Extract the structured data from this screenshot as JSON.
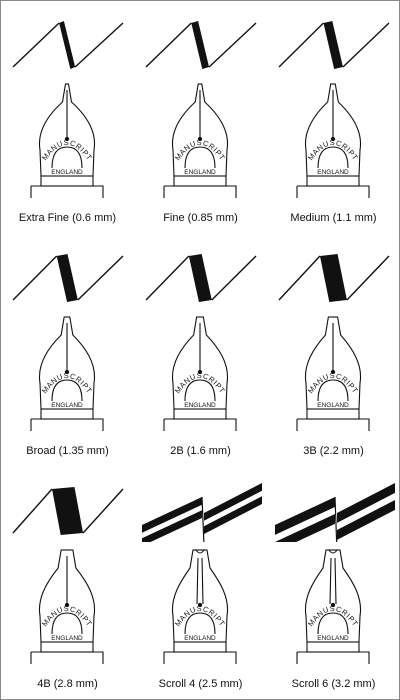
{
  "nib_brand": "MANUSCRIPT",
  "nib_country": "ENGLAND",
  "ink_color": "#111111",
  "nibs": [
    {
      "label": "Extra Fine (0.6 mm)",
      "width_mm": 0.6,
      "type": "italic"
    },
    {
      "label": "Fine (0.85 mm)",
      "width_mm": 0.85,
      "type": "italic"
    },
    {
      "label": "Medium (1.1 mm)",
      "width_mm": 1.1,
      "type": "italic"
    },
    {
      "label": "Broad (1.35 mm)",
      "width_mm": 1.35,
      "type": "italic"
    },
    {
      "label": "2B (1.6 mm)",
      "width_mm": 1.6,
      "type": "italic"
    },
    {
      "label": "3B (2.2 mm)",
      "width_mm": 2.2,
      "type": "italic"
    },
    {
      "label": "4B (2.8 mm)",
      "width_mm": 2.8,
      "type": "italic"
    },
    {
      "label": "Scroll 4 (2.5 mm)",
      "width_mm": 2.5,
      "type": "scroll"
    },
    {
      "label": "Scroll 6 (3.2 mm)",
      "width_mm": 3.2,
      "type": "scroll"
    }
  ]
}
